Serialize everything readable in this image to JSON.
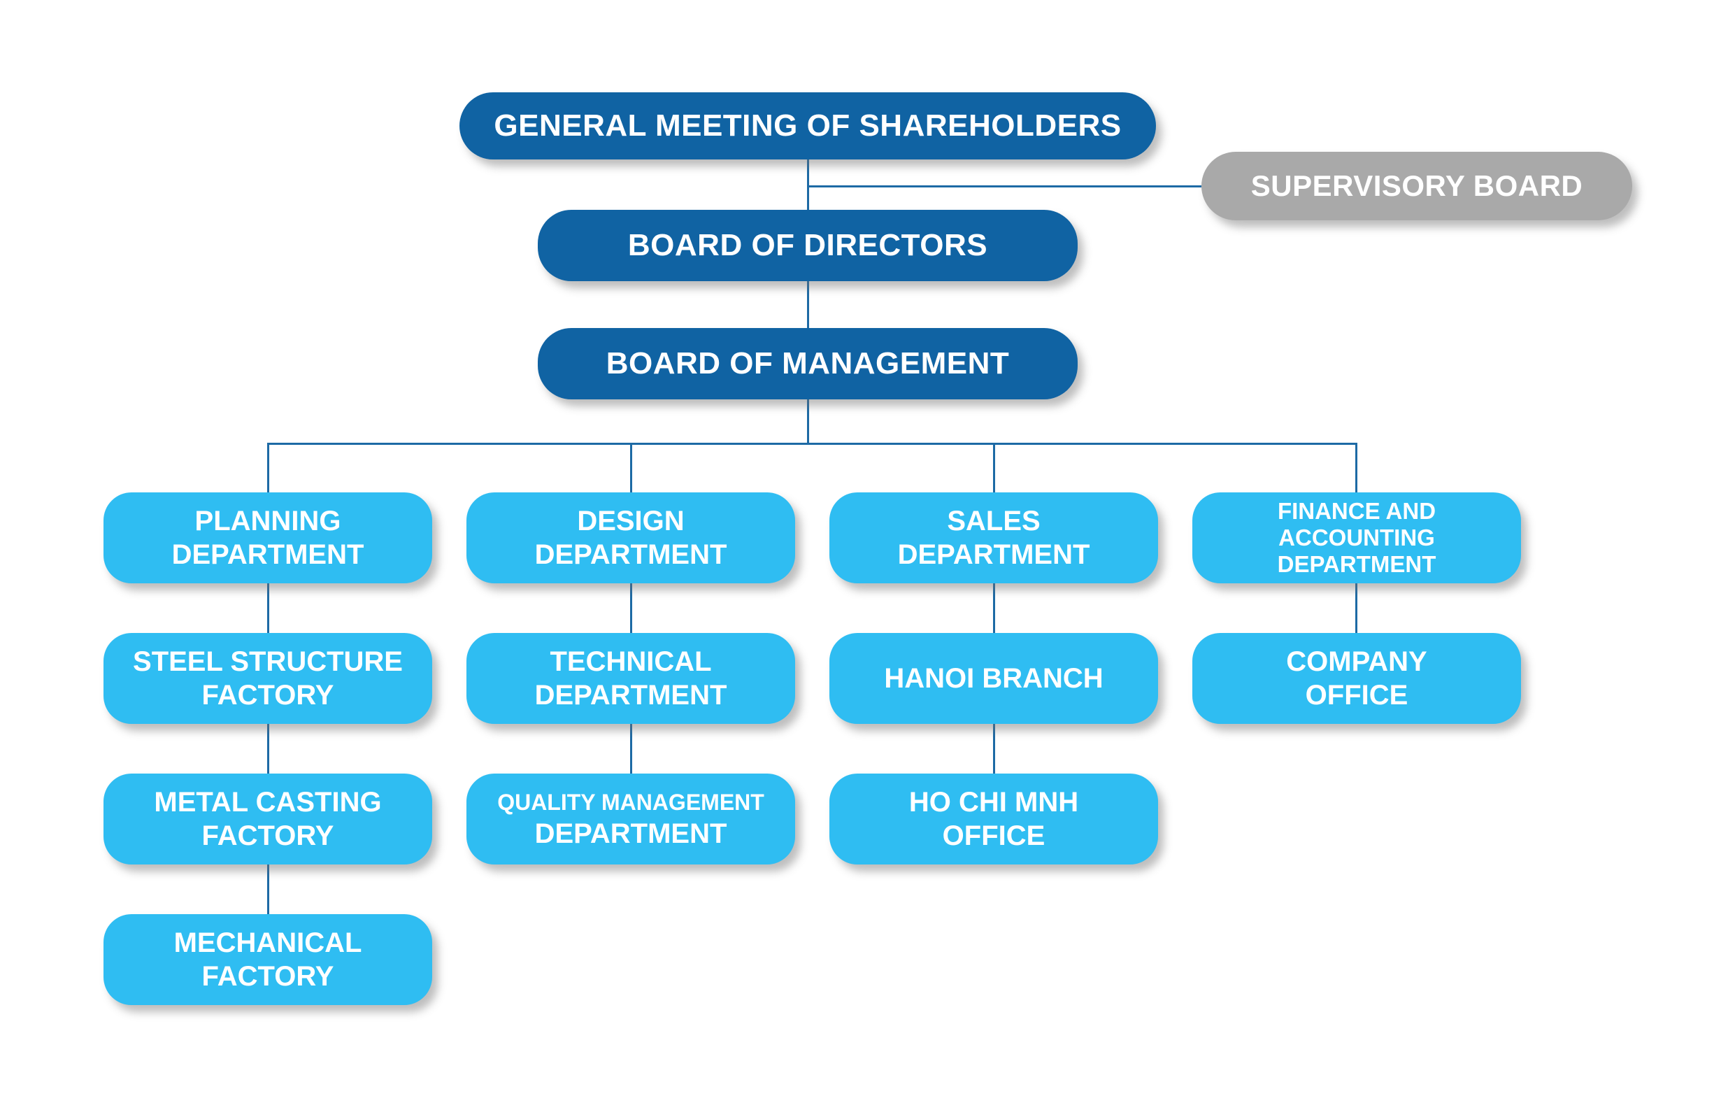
{
  "diagram": {
    "type": "org-chart",
    "colors": {
      "dark_blue": "#1063a3",
      "light_blue": "#2fbdf2",
      "gray": "#a9a9a9",
      "line": "#1d6aa5",
      "text": "#ffffff",
      "background": "#ffffff"
    },
    "top_nodes": {
      "shareholders": {
        "label": "GENERAL MEETING OF SHAREHOLDERS"
      },
      "supervisory": {
        "label": "SUPERVISORY BOARD"
      },
      "directors": {
        "label": "BOARD OF DIRECTORS"
      },
      "management": {
        "label": "BOARD OF MANAGEMENT"
      }
    },
    "columns": [
      {
        "nodes": [
          {
            "line1": "PLANNING",
            "line2": "DEPARTMENT"
          },
          {
            "line1": "STEEL STRUCTURE",
            "line2": "FACTORY"
          },
          {
            "line1": "METAL CASTING",
            "line2": "FACTORY"
          },
          {
            "line1": "MECHANICAL",
            "line2": "FACTORY"
          }
        ]
      },
      {
        "nodes": [
          {
            "line1": "DESIGN",
            "line2": "DEPARTMENT"
          },
          {
            "line1": "TECHNICAL",
            "line2": "DEPARTMENT"
          },
          {
            "line1": "QUALITY MANAGEMENT",
            "line2": "DEPARTMENT"
          }
        ]
      },
      {
        "nodes": [
          {
            "line1": "SALES",
            "line2": "DEPARTMENT"
          },
          {
            "line1": "HANOI BRANCH"
          },
          {
            "line1": "HO CHI MNH",
            "line2": "OFFICE"
          }
        ]
      },
      {
        "nodes": [
          {
            "line1": "FINANCE AND",
            "line2": "ACCOUNTING",
            "line3": "DEPARTMENT"
          },
          {
            "line1": "COMPANY",
            "line2": "OFFICE"
          }
        ]
      }
    ]
  }
}
